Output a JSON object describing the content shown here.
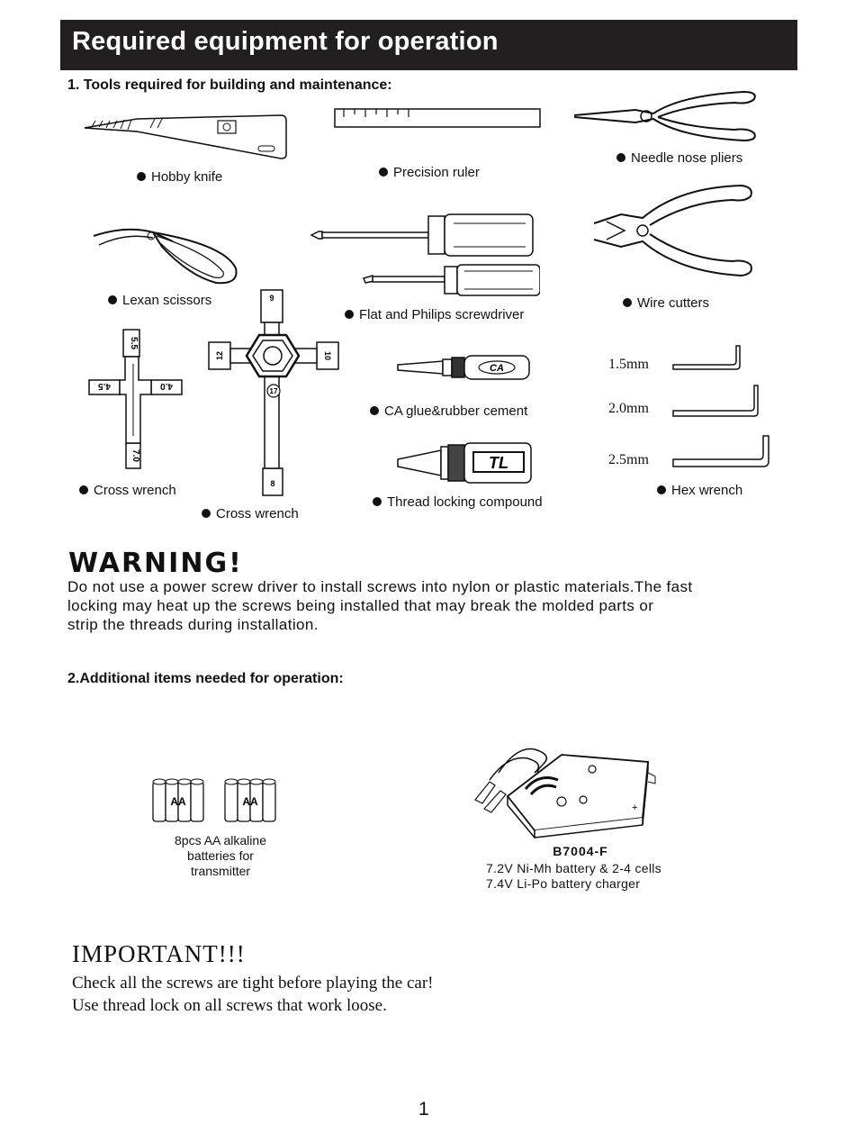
{
  "header": {
    "title": "Required equipment for operation"
  },
  "section1": {
    "title": "1. Tools required for building and maintenance:",
    "tools": {
      "hobby_knife": "Hobby knife",
      "precision_ruler": "Precision ruler",
      "needle_nose_pliers": "Needle nose pliers",
      "lexan_scissors": "Lexan scissors",
      "screwdriver": "Flat and Philips screwdriver",
      "wire_cutters": "Wire cutters",
      "ca_glue": "CA glue&rubber cement",
      "thread_lock": "Thread locking compound",
      "cross_wrench_1": "Cross wrench",
      "cross_wrench_2": "Cross wrench",
      "hex_wrench": "Hex wrench"
    },
    "hex_sizes": [
      "1.5mm",
      "2.0mm",
      "2.5mm"
    ],
    "small_wrench_sizes": [
      "5.5",
      "4.5",
      "4.0",
      "7.0"
    ],
    "large_wrench_sizes": [
      "9",
      "12",
      "10",
      "17",
      "8"
    ],
    "ca_bottle_text": "CA",
    "tl_bottle_text": "TL"
  },
  "warning": {
    "title": "WARNING!",
    "lines": [
      "Do not use a power screw driver to install screws into nylon or plastic materials.The fast",
      "locking may heat up the screws being installed that may break the molded parts or",
      "strip the threads during installation."
    ]
  },
  "section2": {
    "title": "2.Additional items needed for operation:",
    "battery_text": "AA",
    "batteries_caption": [
      "8pcs AA alkaline",
      "batteries for",
      "transmitter"
    ],
    "charger_model": "B7004-F",
    "charger_caption": [
      "7.2V Ni-Mh battery & 2-4 cells",
      "7.4V Li-Po battery charger"
    ]
  },
  "important": {
    "title": "IMPORTANT!!!",
    "lines": [
      "Check all the screws are tight before playing the car!",
      "Use thread lock on all screws that work loose."
    ]
  },
  "page_number": "1"
}
